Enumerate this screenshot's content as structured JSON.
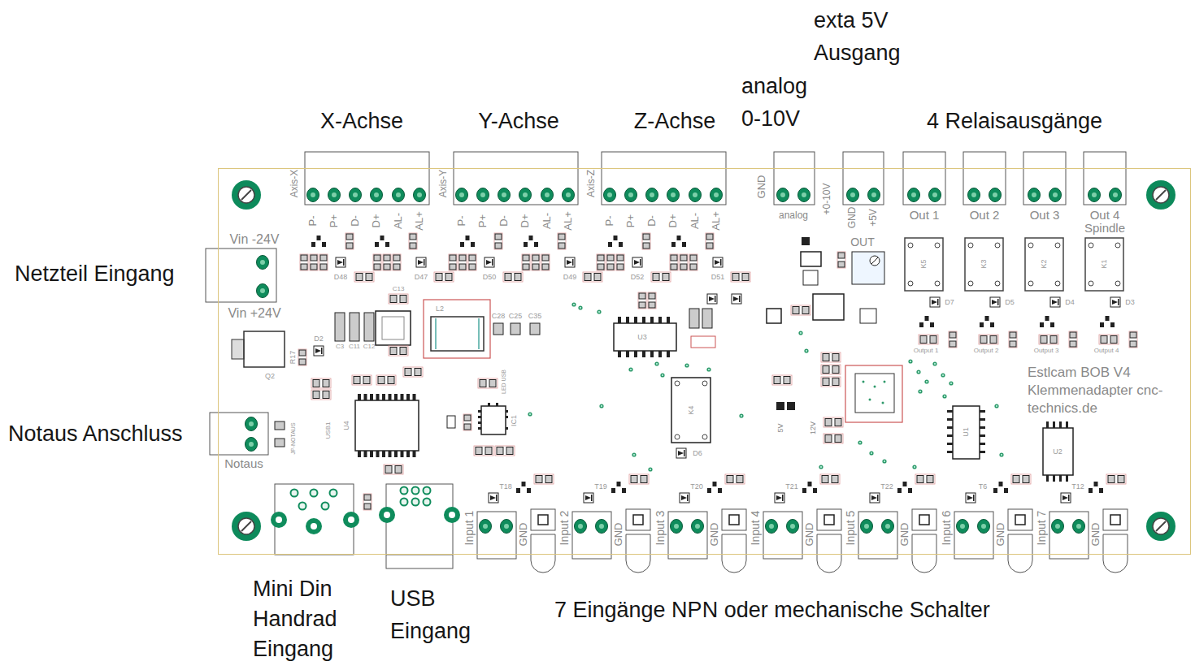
{
  "diagram": {
    "nodes": [
      {
        "text": [
          "Estlcam BOB V4 Klemmenadapter cnc-technics.de"
        ]
      }
    ],
    "labels": [
      "X-Achse",
      "Y-Achse",
      "Z-Achse",
      "analog 0-10V",
      "exta 5V Ausgang",
      "4 Relaisausgänge",
      "Netzteil Eingang",
      "Notaus Anschluss",
      "Mini Din Handrad Eingang",
      "USB Eingang",
      "7 Eingänge NPN oder mechanische Schalter",
      "Axis-X",
      "P-",
      "P+",
      "D-",
      "D+",
      "AL-",
      "AL+",
      "Axis-Y",
      "P-",
      "P+",
      "D-",
      "D+",
      "AL-",
      "AL+",
      "Axis-Z",
      "P-",
      "P+",
      "D-",
      "D+",
      "AL-",
      "AL+",
      "GND",
      "analog",
      "+0-10V",
      "GND",
      "+5V",
      "OUT",
      "Out 1",
      "Out 2",
      "Out 3",
      "Out 4 Spindle",
      "Vin -24V",
      "Vin +24V",
      "Notaus",
      "Input 1",
      "GND",
      "Input 2",
      "GND",
      "Input 3",
      "GND",
      "Input 4",
      "GND",
      "Input 5",
      "GND",
      "Input 6",
      "GND",
      "Input 7",
      "GND",
      "5V",
      "12V",
      "L2",
      "C13",
      "C3",
      "C11",
      "C12",
      "Q2",
      "D2",
      "R17",
      "C28",
      "C25",
      "C35",
      "U4",
      "USB1",
      "JP-NOTAUS",
      "IC1",
      "LED USB",
      "U3",
      "K4",
      "D6",
      "D48",
      "D47",
      "D50",
      "D49",
      "D52",
      "D51",
      "K5",
      "K3",
      "K2",
      "K1",
      "D7",
      "D5",
      "D4",
      "D3",
      "Output 1",
      "Output 2",
      "Output 3",
      "Output 4",
      "U1",
      "U2",
      "T18",
      "T19",
      "T20",
      "T21",
      "T22",
      "T6",
      "T12"
    ]
  }
}
